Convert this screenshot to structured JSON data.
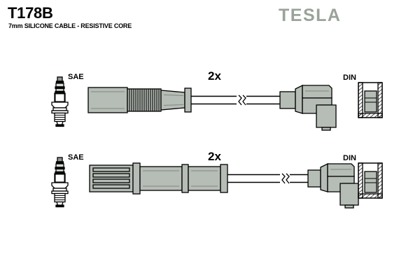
{
  "header": {
    "part_number": "T178B",
    "description": "7mm SILICONE CABLE - RESISTIVE CORE",
    "brand": "TESLA",
    "brand_color": "#9aa39a"
  },
  "colors": {
    "body_fill": "#b6bdb6",
    "body_fill_light": "#c6ccc6",
    "body_fill_dark": "#a4aca4",
    "outline": "#000000",
    "background": "#ffffff"
  },
  "assemblies": [
    {
      "id": "cable-assembly-top",
      "quantity_label": "2x",
      "plug_end_label": "SAE",
      "coil_end_label": "DIN",
      "boot_style": "straight-smooth-with-bellows",
      "connector_style": "right-angle",
      "has_cable_break_symbol": true
    },
    {
      "id": "cable-assembly-bottom",
      "quantity_label": "2x",
      "plug_end_label": "SAE",
      "coil_end_label": "DIN",
      "boot_style": "straight-slotted-finned",
      "connector_style": "right-angle",
      "has_cable_break_symbol": true
    }
  ],
  "details": [
    {
      "id": "spark-plug-top",
      "label": "SAE"
    },
    {
      "id": "spark-plug-bottom",
      "label": "SAE"
    },
    {
      "id": "din-terminal-top",
      "label": "DIN"
    },
    {
      "id": "din-terminal-bottom",
      "label": "DIN"
    }
  ]
}
